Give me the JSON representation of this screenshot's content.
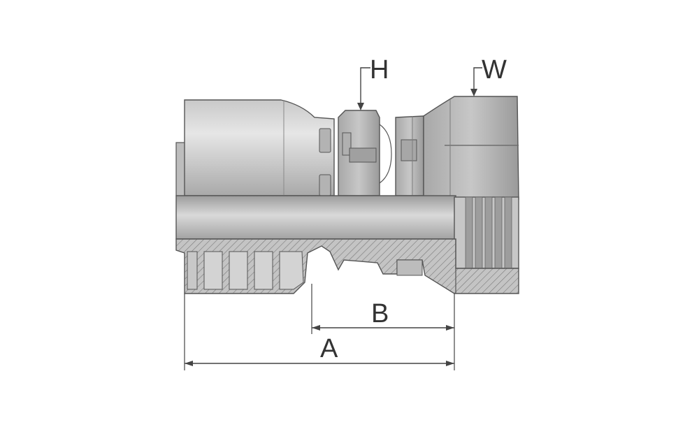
{
  "labels": {
    "h": "H",
    "w": "W",
    "a": "A",
    "b": "B"
  },
  "colors": {
    "background": "#ffffff",
    "metal_light": "#d4d4d4",
    "metal_mid": "#b9b9b9",
    "metal_dark": "#8f8f8f",
    "outline": "#555555",
    "dimension_line": "#444444",
    "label_text": "#333333"
  }
}
